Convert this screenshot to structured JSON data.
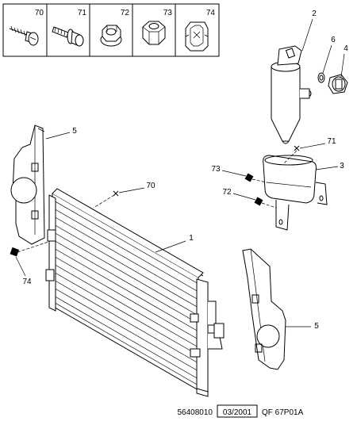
{
  "legend_parts": [
    {
      "ref": "70",
      "icon": "self-tapping-screw-icon"
    },
    {
      "ref": "71",
      "icon": "flanged-bolt-icon"
    },
    {
      "ref": "72",
      "icon": "flange-nut-icon"
    },
    {
      "ref": "73",
      "icon": "hex-nut-icon"
    },
    {
      "ref": "74",
      "icon": "spring-clip-icon"
    }
  ],
  "callouts": {
    "drier_bottle": "2",
    "pressure_switch": "4",
    "seal_ring": "6",
    "screw_71": "71",
    "clamp_bracket": "3",
    "nut_73": "73",
    "nut_72": "72",
    "screw_70": "70",
    "condenser": "1",
    "deflector_left": "5",
    "deflector_right": "5",
    "clip_74": "74"
  },
  "footer": {
    "drawing_number": "56408010",
    "date": "03/2001",
    "reference": "QF 67P01A"
  }
}
